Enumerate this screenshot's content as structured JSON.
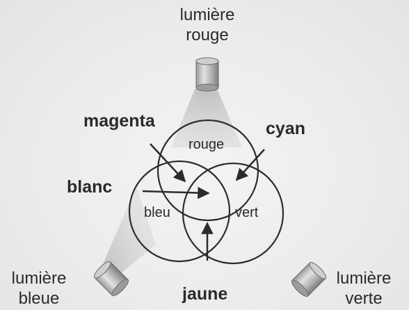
{
  "lights": {
    "red": {
      "line1": "lumière",
      "line2": "rouge"
    },
    "blue": {
      "line1": "lumière",
      "line2": "bleue"
    },
    "green": {
      "line1": "lumière",
      "line2": "verte"
    }
  },
  "circles": {
    "red": "rouge",
    "blue": "bleu",
    "green": "vert"
  },
  "mixtures": {
    "magenta": "magenta",
    "cyan": "cyan",
    "white": "blanc",
    "yellow": "jaune"
  },
  "colors": {
    "stroke": "#2b2b2b",
    "text": "#2a2a2a",
    "beam": "#c4c4c4"
  },
  "icons": [
    "projector-icon",
    "arrow-icon"
  ]
}
